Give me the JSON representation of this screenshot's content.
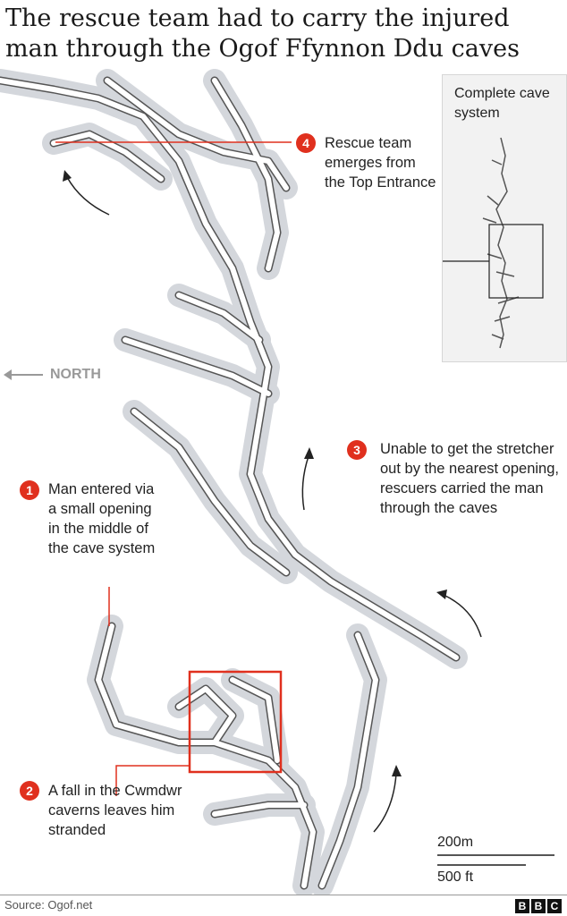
{
  "title": "The rescue team had to carry the injured man through the Ogof Ffynnon Ddu caves",
  "compass": {
    "label": "NORTH",
    "icon": "arrow-left-icon"
  },
  "annotations": [
    {
      "number": "1",
      "text": "Man entered via a small opening in the middle of the cave system"
    },
    {
      "number": "2",
      "text": "A fall in the Cwmdwr caverns leaves him stranded"
    },
    {
      "number": "3",
      "text": "Unable to get the stretcher out by the nearest opening, rescuers carried the man through the caves"
    },
    {
      "number": "4",
      "text": "Rescue team emerges from the Top Entrance"
    }
  ],
  "inset": {
    "title": "Complete cave system"
  },
  "scale": {
    "metric": "200m",
    "imperial": "500 ft"
  },
  "footer": {
    "source": "Source: Ogof.net",
    "logo": [
      "B",
      "B",
      "C"
    ]
  },
  "colors": {
    "accent": "#e0301e",
    "cave_outline": "#555555",
    "cave_halo": "#d4d7dc",
    "inset_bg": "#f2f2f2"
  }
}
